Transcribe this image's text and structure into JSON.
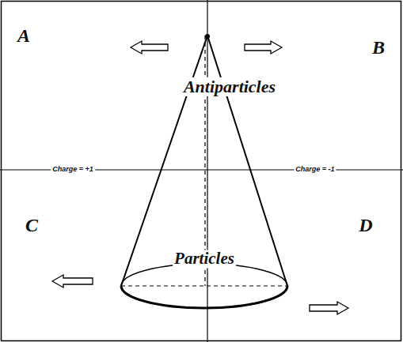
{
  "diagram": {
    "labels": [
      "A",
      "B",
      "Antiparticles",
      "Charge = +1",
      "Charge = -1",
      "C",
      "Particles",
      "D"
    ]
  }
}
